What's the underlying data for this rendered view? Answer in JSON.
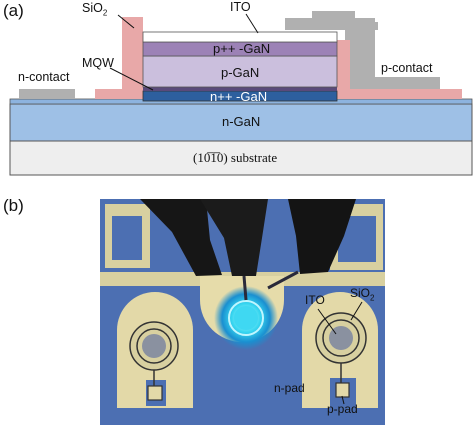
{
  "panel_a": {
    "caption": "(a)",
    "labels": {
      "sio2": "SiO",
      "sio2_sub": "2",
      "ito": "ITO",
      "mqw": "MQW",
      "n_contact": "n-contact",
      "p_contact": "p-contact"
    },
    "layers": {
      "p_pp_gan": "p++ -GaN",
      "p_gan": "p-GaN",
      "n_pp_gan": "n++ -GaN",
      "n_gan": "n-GaN",
      "substrate": "(10̅1̅0) substrate"
    },
    "colors": {
      "sio2": "#e8a8a8",
      "contact": "#b0b0b0",
      "ito": "#ffffff",
      "p_pp": "#9c82b6",
      "p_gan": "#cbbfdd",
      "n_pp": "#2d5f9e",
      "n_gan": "#9ec0e6",
      "substrate": "#eeeeee"
    }
  },
  "panel_b": {
    "caption": "(b)",
    "labels": {
      "ito": "ITO",
      "sio2": "SiO",
      "sio2_sub": "2",
      "n_pad": "n-pad",
      "p_pad": "p-pad"
    }
  }
}
